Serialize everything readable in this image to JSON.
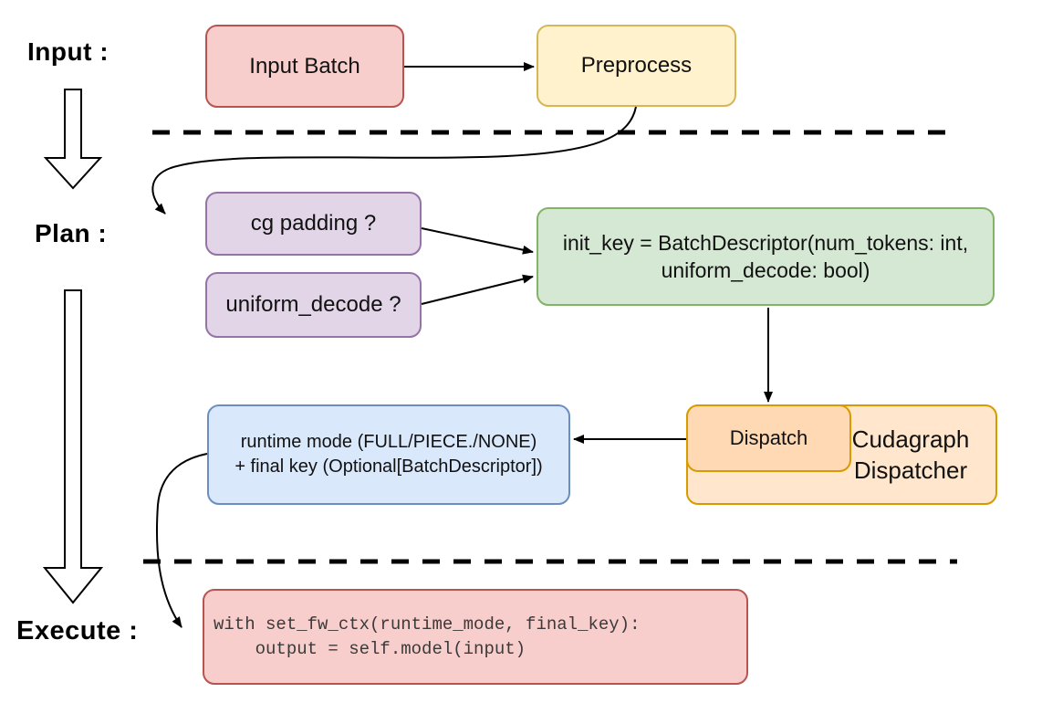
{
  "stages": {
    "input": {
      "label": "Input :"
    },
    "plan": {
      "label": "Plan :"
    },
    "execute": {
      "label": "Execute :"
    }
  },
  "nodes": {
    "input_batch": {
      "label": "Input Batch",
      "fill": "#f8cecc",
      "border": "#b85450"
    },
    "preprocess": {
      "label": "Preprocess",
      "fill": "#fff2cc",
      "border": "#d6b656"
    },
    "cg_padding": {
      "label": "cg padding ?",
      "fill": "#e1d5e7",
      "border": "#9673a6"
    },
    "uniform_decode": {
      "label": "uniform_decode ?",
      "fill": "#e1d5e7",
      "border": "#9673a6"
    },
    "init_key": {
      "line1": "init_key = BatchDescriptor(num_tokens: int,",
      "line2": "uniform_decode: bool)",
      "fill": "#d5e8d4",
      "border": "#82b366"
    },
    "dispatch": {
      "label": "Dispatch",
      "fill": "#ffd9b3",
      "border": "#d79b00"
    },
    "cudagraph_dispatcher": {
      "line1": "Cudagraph",
      "line2": "Dispatcher",
      "fill": "#ffe6cc",
      "border": "#d79b00"
    },
    "runtime_mode": {
      "line1": "runtime mode (FULL/PIECE./NONE)",
      "line2": "+ final key (Optional[BatchDescriptor])",
      "fill": "#dae8fc",
      "border": "#6c8ebf"
    },
    "execute_code": {
      "line1": "with set_fw_ctx(runtime_mode, final_key):",
      "line2": "    output = self.model(input)",
      "fill": "#f8cecc",
      "border": "#b85450"
    }
  },
  "connectors": {
    "arrow_color": "#000000",
    "separator_style": "dashed"
  }
}
